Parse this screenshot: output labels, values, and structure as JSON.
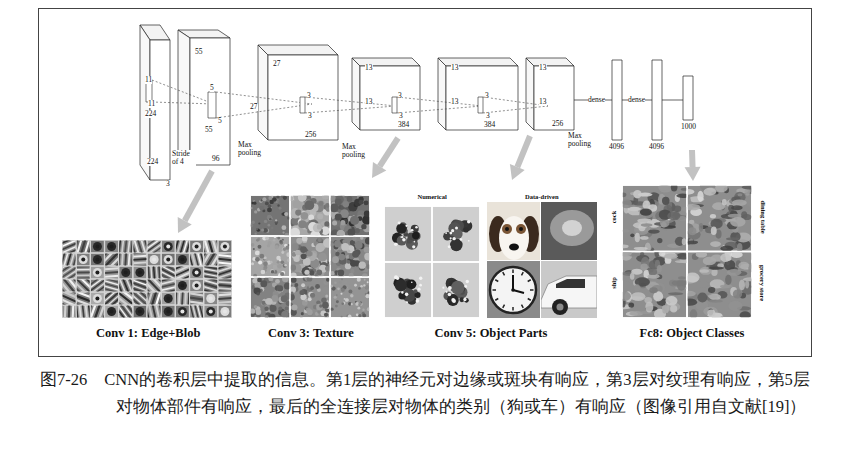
{
  "diagram": {
    "caption": "图7-26　CNN的卷积层中提取的信息。第1层的神经元对边缘或斑块有响应，第3层对纹理有响应，第5层对物体部件有响应，最后的全连接层对物体的类别（狗或车）有响应（图像引用自文献[19]）",
    "nodes": [
      {
        "text": [
          "Conv 1: Edge+Blob"
        ]
      },
      {
        "text": [
          "Conv 3: Texture"
        ]
      },
      {
        "text": [
          "Numerical",
          "Data-driven",
          "Conv 5: Object Parts"
        ]
      },
      {
        "text": [
          "cock",
          "ship",
          "dining table",
          "grocery store",
          "Fc8: Object Classes"
        ]
      }
    ],
    "labels": [
      "11",
      "11",
      "224",
      "224",
      "3",
      "55",
      "5",
      "5",
      "55",
      "Stride of 4",
      "96",
      "Max pooling",
      "27",
      "27",
      "3",
      "3",
      "256",
      "Max pooling",
      "13",
      "13",
      "3",
      "3",
      "384",
      "13",
      "13",
      "3",
      "3",
      "384",
      "13",
      "13",
      "256",
      "Max pooling",
      "dense",
      "dense",
      "4096",
      "4096",
      "1000"
    ]
  }
}
